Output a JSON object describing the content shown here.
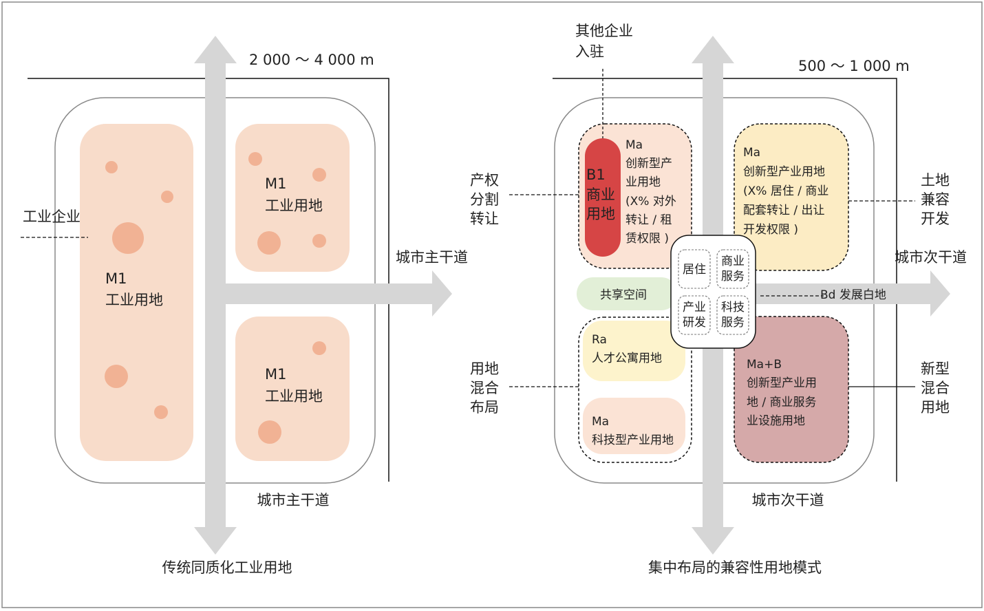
{
  "colors": {
    "frame": "#888888",
    "road": "#d6d6d6",
    "industrial_block": "#f8dcca",
    "industrial_spot": "#f1b294",
    "commercial": "#d64545",
    "innovative_yellow": "#fcecc4",
    "mixed_red": "#d5a9a9",
    "talent": "#fdf3cc",
    "tech": "#fbe3d5",
    "shared": "#e2efd7"
  },
  "left": {
    "distance": "2 000 ～ 4 000 m",
    "factory_label": "工业企业",
    "block_code": "M1",
    "block_name": "工业用地",
    "road_horizontal": "城市主干道",
    "road_vertical": "城市主干道",
    "caption": "传统同质化工业用地"
  },
  "right": {
    "distance": "500 ～ 1 000 m",
    "top_note": [
      "其他企业",
      "入驻"
    ],
    "b1": [
      "B1",
      "商业",
      "用地"
    ],
    "ma_topleft": [
      "Ma",
      "创新型产",
      "业用地",
      "(X% 对外",
      "转让 / 租",
      "赁权限 )"
    ],
    "ma_topright": [
      "Ma",
      "创新型产业用地",
      "(X% 居住 / 商业",
      "配套转让 / 出让",
      "开发权限 )"
    ],
    "hub": {
      "cell1": [
        "居住"
      ],
      "cell2": [
        "商业",
        "服务"
      ],
      "cell3": [
        "产业",
        "研发"
      ],
      "cell4": [
        "科技",
        "服务"
      ]
    },
    "shared_space": "共享空间",
    "bd_label": "Bd 发展白地",
    "ra": [
      "Ra",
      "人才公寓用地"
    ],
    "ma_tech": [
      "Ma",
      "科技型产业用地"
    ],
    "mab": [
      "Ma+B",
      "创新型产业用",
      "地 / 商业服务",
      "业设施用地"
    ],
    "side_left_top": [
      "产权",
      "分割",
      "转让"
    ],
    "side_left_bottom": [
      "用地",
      "混合",
      "布局"
    ],
    "side_right_top": [
      "土地",
      "兼容",
      "开发"
    ],
    "side_right_bottom": [
      "新型",
      "混合",
      "用地"
    ],
    "road_horizontal": "城市次干道",
    "road_vertical": "城市次干道",
    "caption": "集中布局的兼容性用地模式"
  }
}
